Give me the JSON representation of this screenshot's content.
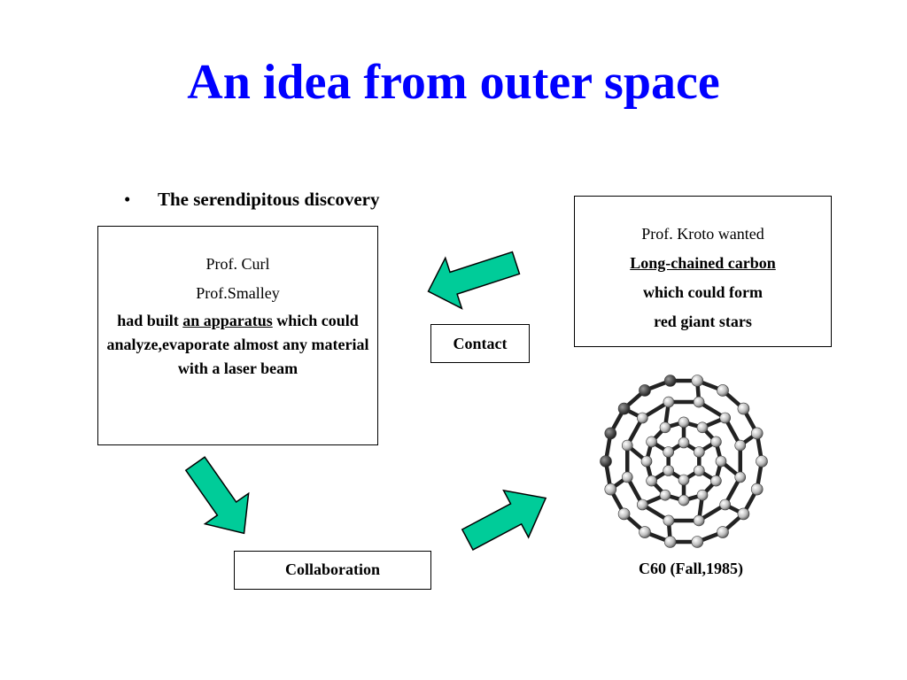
{
  "title": "An idea from outer space",
  "bullet": "The serendipitous discovery",
  "left_box": {
    "line1": "Prof. Curl",
    "line2": "Prof.Smalley",
    "text_pre": "had  built ",
    "text_underlined": "an apparatus",
    "text_post": " which could analyze,evaporate almost any material with a laser beam"
  },
  "right_box": {
    "line1": "Prof. Kroto wanted",
    "line2": "Long-chained carbon",
    "line3": "which could form",
    "line4": "red giant stars"
  },
  "contact_label": "Contact",
  "collaboration_label": "Collaboration",
  "molecule_caption": "C60 (Fall,1985)",
  "colors": {
    "title": "#0000ff",
    "arrow_fill": "#00cc99",
    "arrow_stroke": "#000000"
  },
  "icons": {
    "arrow_left": "arrow-left-icon",
    "arrow_down": "arrow-down-right-icon",
    "arrow_up": "arrow-up-right-icon",
    "molecule": "buckyball-c60-icon"
  }
}
